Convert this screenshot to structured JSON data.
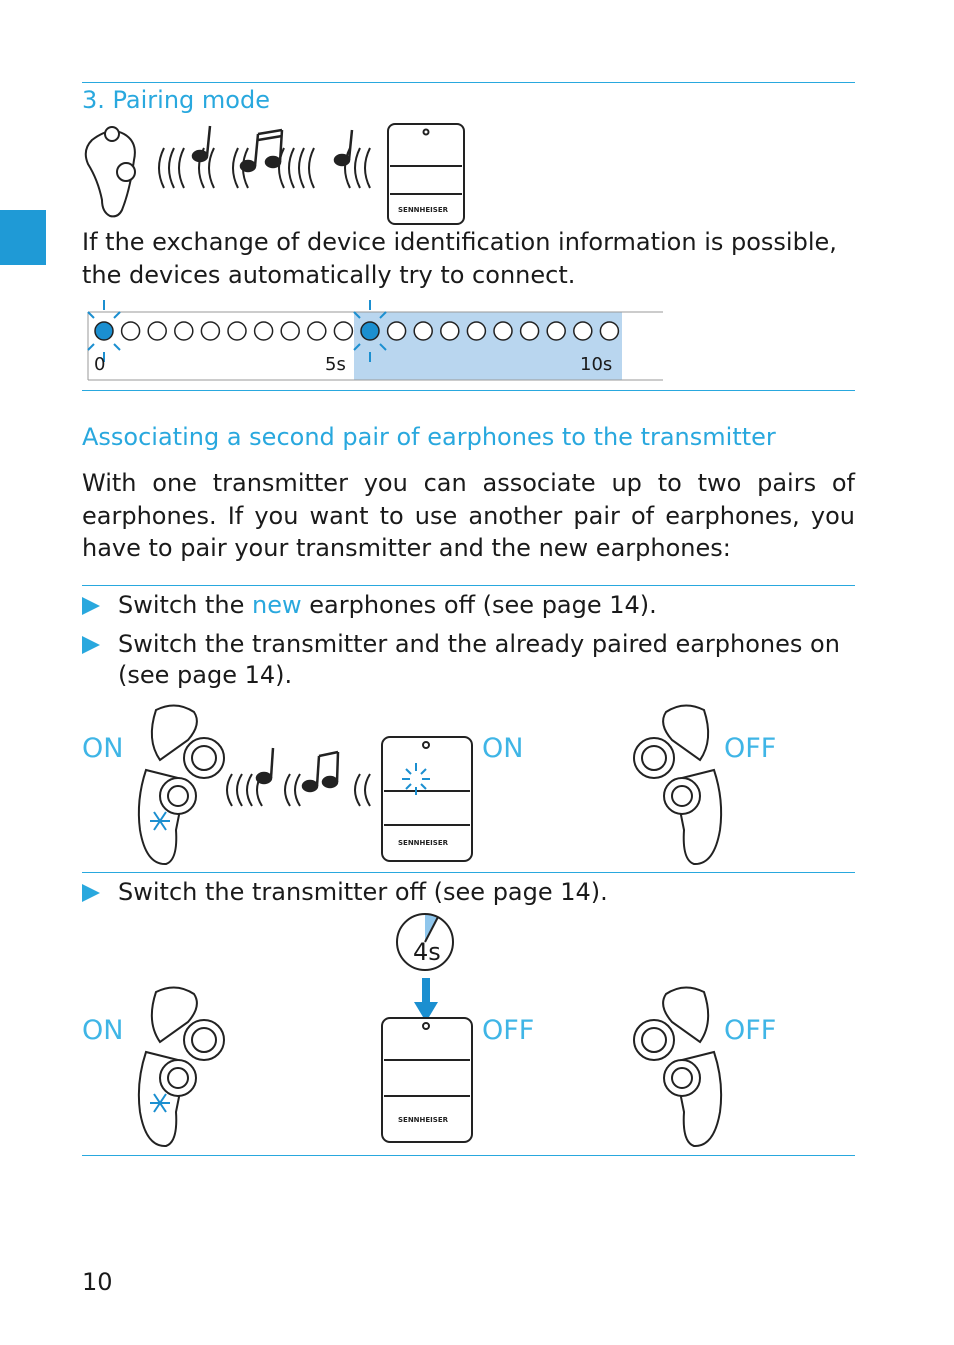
{
  "section": {
    "heading": "3. Pairing mode",
    "text": "If the exchange of device identification information is possible, the devices automatically try to connect.",
    "timeline_ticks": [
      "0",
      "5s",
      "10s"
    ]
  },
  "association": {
    "heading": "Associating a second pair of earphones to the transmitter",
    "text": "With one transmitter you can associate up to two pairs of earphones. If you want to use another pair of earphones, you have to pair your transmitter and the new earphones:",
    "step1_pre": "Switch the ",
    "step1_highlight": "new",
    "step1_post": " earphones off (see page 14).",
    "step2_line1": "Switch the transmitter and the already paired earphones on",
    "step2_line2": "(see page 14).",
    "step3": "Switch the transmitter off (see page 14).",
    "row1_labels": {
      "left": "ON",
      "middle": "ON",
      "right": "OFF"
    },
    "row2_labels": {
      "left": "ON",
      "middle": "OFF",
      "right": "OFF"
    },
    "timer": "4s",
    "brand": "SENNHEISER"
  },
  "page_number": "10",
  "colors": {
    "accent": "#29a8de",
    "tab": "#1f9ad6",
    "led": "#1b8fd0",
    "highlight_band": "#b9d6ef"
  }
}
